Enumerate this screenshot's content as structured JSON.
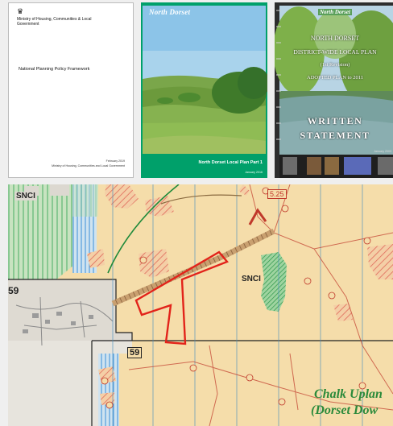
{
  "nppf": {
    "org": "Ministry of Housing, Communities & Local Government",
    "title": "National Planning Policy Framework",
    "date": "February 2019",
    "publisher": "Ministry of Housing, Communities and Local Government"
  },
  "local_plan": {
    "brand": "North Dorset",
    "title": "North Dorset Local Plan Part 1",
    "date": "January 2016"
  },
  "written_statement": {
    "logo": "North Dorset",
    "line1": "NORTH DORSET",
    "line2": "DISTRICT-WIDE LOCAL PLAN",
    "line3": "(1st Revision)",
    "line4": "ADOPTED PLAN to 2011",
    "big1": "WRITTEN",
    "big2": "STATEMENT",
    "date": "January 2003"
  },
  "map": {
    "snci_left": "SNCI",
    "snci_center": "SNCI",
    "policy_59_top": "59",
    "policy_59_bottom": "59",
    "ref_525": "5.25",
    "chalk_line1": "Chalk Uplan",
    "chalk_line2": "(Dorset Dow"
  },
  "colors": {
    "map_base": "#f5ddaa",
    "site_outline": "#e2231a",
    "snci_green": "#3aa858",
    "hatch_red": "#e06a5a",
    "blue_hatch": "#3b8fd8",
    "chalk_text": "#2a8a3a"
  }
}
